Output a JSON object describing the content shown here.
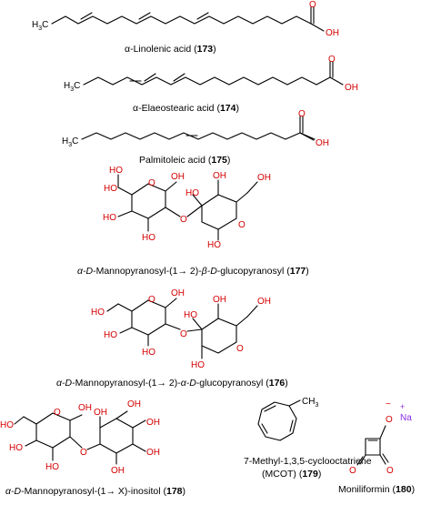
{
  "figure": {
    "atom_labels": {
      "oxygen": "O",
      "hydroxyl": "OH",
      "hydroxyl_left": "HO",
      "methyl_h3c": "H3C",
      "methyl_ch3": "CH3",
      "sodium": "Na",
      "plus": "+",
      "minus": "−"
    },
    "colors": {
      "oxygen": "#d40000",
      "sodium": "#8a2be2",
      "bond": "#000000"
    },
    "compounds": [
      {
        "id": "173",
        "name": "α-Linolenic acid",
        "number": "173"
      },
      {
        "id": "174",
        "name": "α-Elaeostearic acid",
        "number": "174"
      },
      {
        "id": "175",
        "name": "Palmitoleic acid",
        "number": "175"
      },
      {
        "id": "177",
        "prefix_italic": "α-D",
        "middle": "-Mannopyranosyl-(1→ 2)-",
        "suffix_italic": "β-D",
        "tail": "-glucopyranosyl",
        "number": "177"
      },
      {
        "id": "176",
        "prefix_italic": "α-D",
        "middle": "-Mannopyranosyl-(1→ 2)-",
        "suffix_italic": "α-D",
        "tail": "-glucopyranosyl",
        "number": "176"
      },
      {
        "id": "178",
        "prefix_italic": "α-D",
        "middle": "-Mannopyranosyl-(1→ X)-inositol",
        "number": "178"
      },
      {
        "id": "179",
        "line1": "7-Methyl-1,3,5-cycloocta­triene",
        "line2": "(MCOT)",
        "number": "179"
      },
      {
        "id": "180",
        "name": "Moniliformin",
        "number": "180"
      }
    ]
  }
}
